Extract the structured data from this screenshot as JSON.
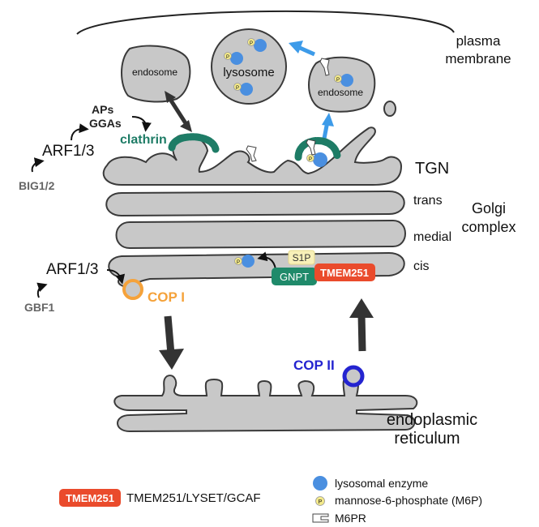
{
  "labels": {
    "plasma_membrane_line1": "plasma",
    "plasma_membrane_line2": "membrane",
    "lysosome": "lysosome",
    "endosome_left": "endosome",
    "endosome_right": "endosome",
    "aps": "APs",
    "ggas": "GGAs",
    "clathrin": "clathrin",
    "arf_top": "ARF1/3",
    "big": "BIG1/2",
    "tgn": "TGN",
    "trans": "trans",
    "medial": "medial",
    "cis": "cis",
    "golgi_line1": "Golgi",
    "golgi_line2": "complex",
    "arf_bottom": "ARF1/3",
    "gbf1": "GBF1",
    "copi": "COP I",
    "copii": "COP II",
    "s1p": "S1P",
    "gnpt": "GNPT",
    "tmem251": "TMEM251",
    "p": "P",
    "er_line1": "endoplasmic",
    "er_line2": "reticulum"
  },
  "legend": {
    "tmem_badge": "TMEM251",
    "tmem_desc": "TMEM251/LYSET/GCAF",
    "enzyme": "lysosomal enzyme",
    "m6p": "mannose-6-phosphate (M6P)",
    "p_symbol": "P",
    "m6pr": "M6PR"
  },
  "colors": {
    "membrane_fill": "#c8c8c8",
    "membrane_stroke": "#3a3a3a",
    "enzyme_blue": "#4a8fe0",
    "m6p_yellow": "#f3e98a",
    "clathrin_green": "#1e7c66",
    "gnpt_green": "#1f8a6a",
    "tmem_red": "#ea4b2c",
    "copi_orange": "#f5a23a",
    "copii_blue": "#2424d0",
    "traffic_arrow_blue": "#3d9be9",
    "dark_arrow": "#333333",
    "regulator_gray": "#666666"
  }
}
